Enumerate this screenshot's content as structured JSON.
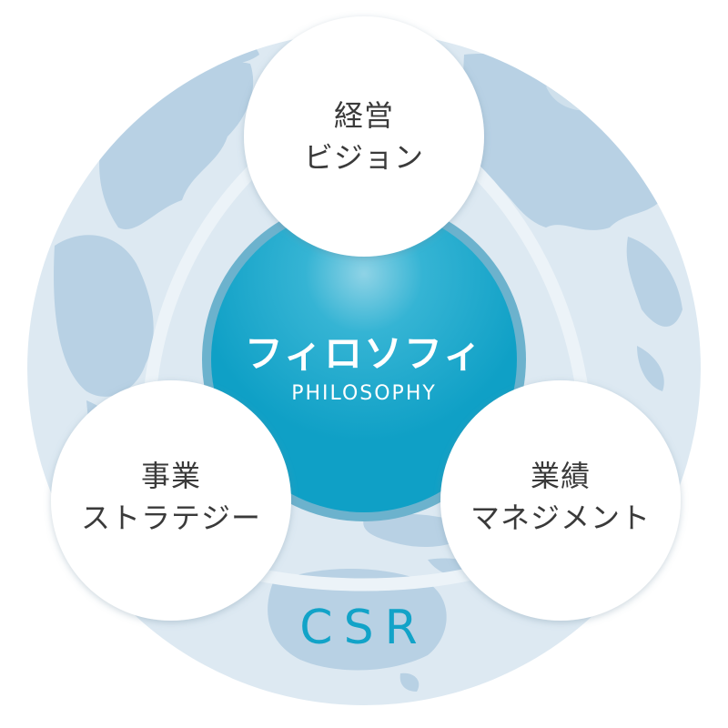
{
  "center": {
    "title": "フィロソフィ",
    "subtitle": "PHILOSOPHY"
  },
  "nodes": {
    "vision": {
      "line1": "経営",
      "line2": "ビジョン"
    },
    "strategy": {
      "line1": "事業",
      "line2": "ストラテジー"
    },
    "performance": {
      "line1": "業績",
      "line2": "マネジメント"
    }
  },
  "outer_label": "CSR",
  "colors": {
    "globe": "#dbe8f1",
    "continents": "#b7d0e3",
    "center_fill": "#12a3c8",
    "center_ring": "#6fb4cf",
    "csr_text": "#12a3c8",
    "node_fill": "#ffffff"
  }
}
